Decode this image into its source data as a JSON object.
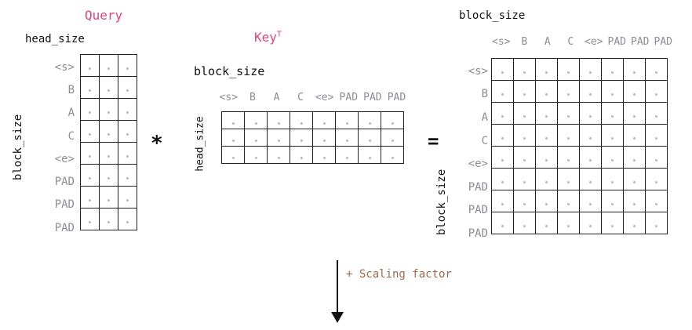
{
  "query": {
    "title": "Query",
    "col_label": "head_size",
    "row_label": "block_size",
    "row_tokens": [
      "<s>",
      "B",
      "A",
      "C",
      "<e>",
      "PAD",
      "PAD",
      "PAD"
    ],
    "cols": 3
  },
  "key": {
    "title": "Key",
    "superscript": "T",
    "col_label": "block_size",
    "row_label": "head_size",
    "col_tokens": [
      "<s>",
      "B",
      "A",
      "C",
      "<e>",
      "PAD",
      "PAD",
      "PAD"
    ],
    "rows": 3
  },
  "result": {
    "col_label": "block_size",
    "row_label": "block_size",
    "row_tokens": [
      "<s>",
      "B",
      "A",
      "C",
      "<e>",
      "PAD",
      "PAD",
      "PAD"
    ],
    "col_tokens": [
      "<s>",
      "B",
      "A",
      "C",
      "<e>",
      "PAD",
      "PAD",
      "PAD"
    ]
  },
  "operators": {
    "multiply": "*",
    "equals": "="
  },
  "arrow_note": "+ Scaling factor",
  "colors": {
    "title": "#e0457b",
    "token": "#8c8c95",
    "note": "#9c6b4a",
    "grid": "#222222"
  }
}
